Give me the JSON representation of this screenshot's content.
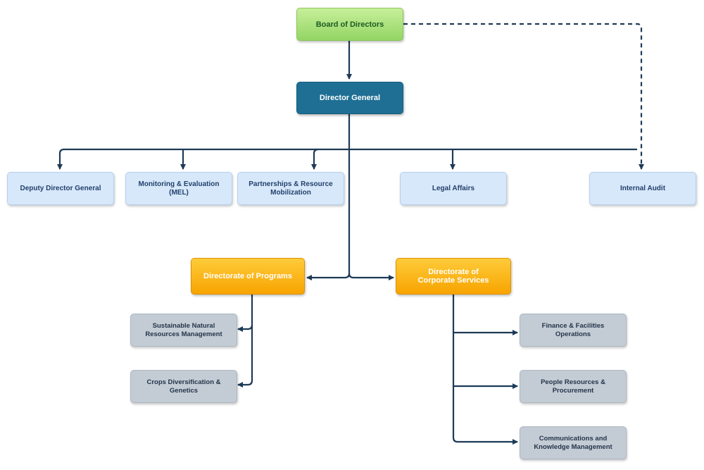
{
  "nodes": {
    "board": "Board of Directors",
    "director_general": "Director General",
    "deputy_director_general": "Deputy Director General",
    "monitoring_evaluation": "Monitoring & Evaluation\n(MEL)",
    "partnerships": "Partnerships & Resource\nMobilization",
    "legal_affairs": "Legal Affairs",
    "internal_audit": "Internal Audit",
    "directorate_programs": "Directorate of Programs",
    "directorate_corporate": "Directorate of\nCorporate Services",
    "sustainable_nrm": "Sustainable Natural\nResources Management",
    "crops_diversification": "Crops Diversification &\nGenetics",
    "finance_facilities": "Finance & Facilities\nOperations",
    "people_resources": "People Resources &\nProcurement",
    "communications_km": "Communications and\nKnowledge Management"
  },
  "colors": {
    "connector": "#1d3a57",
    "board": "#a8df7c",
    "director_general": "#1f6f95",
    "office": "#d7e8fb",
    "directorate": "#fbb516",
    "unit": "#c3ccd5"
  }
}
